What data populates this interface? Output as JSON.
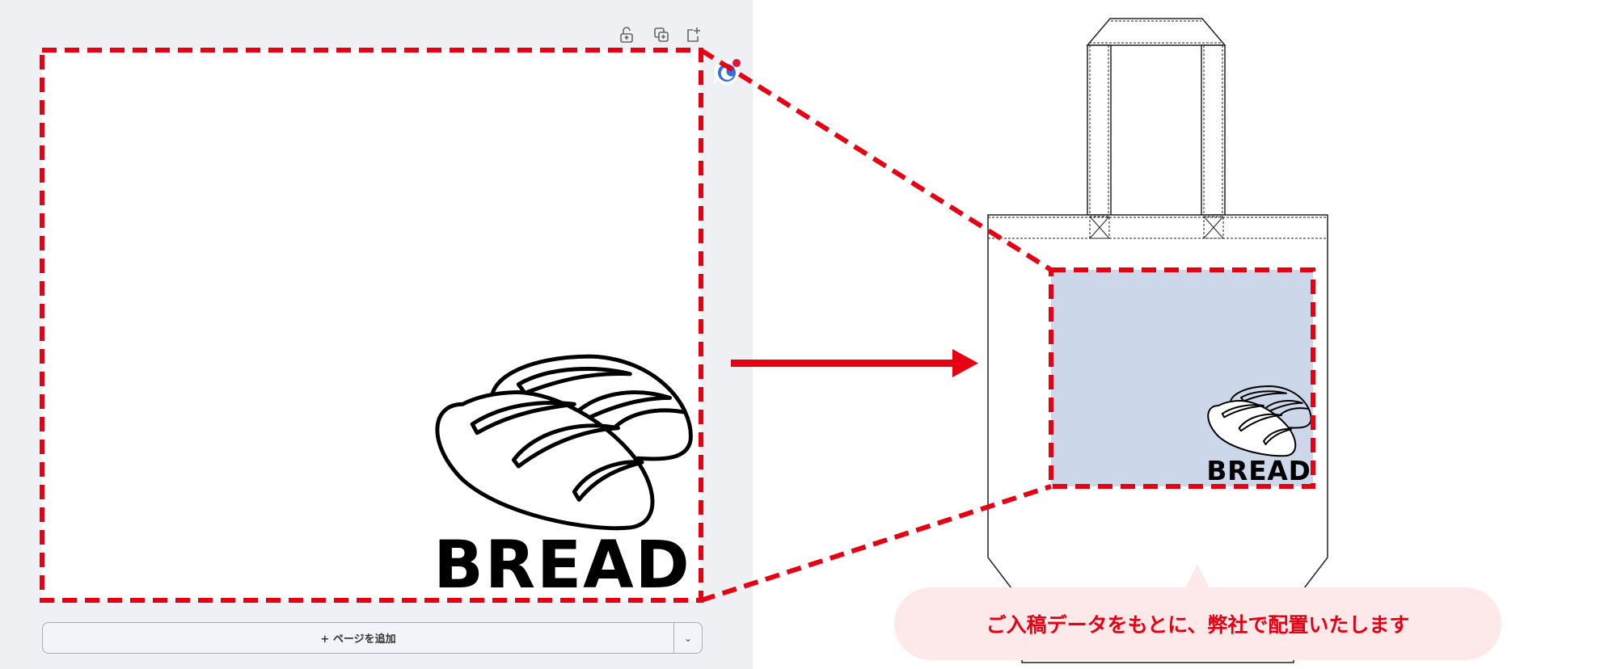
{
  "editor": {
    "toolbar": {
      "icons": [
        "unlock-icon",
        "duplicate-page-icon",
        "add-page-icon"
      ]
    },
    "design": {
      "artwork": "bread-loaves-icon",
      "word": "BREAD"
    },
    "add_page_button": {
      "label": "+ ページを追加",
      "dropdown_icon": "chevron-down-icon",
      "dropdown_glyph": "⌄"
    },
    "assistant_widget_icon": "ai-assistant-icon"
  },
  "preview": {
    "product": "tote-bag",
    "print_area_color": "#cdd7ea",
    "design_word": "BREAD",
    "callout": "ご入稿データをもとに、弊社で配置いたします"
  },
  "colors": {
    "accent_red": "#e60012",
    "panel_bg": "#eff0f4",
    "callout_bg": "#fde9ea"
  }
}
